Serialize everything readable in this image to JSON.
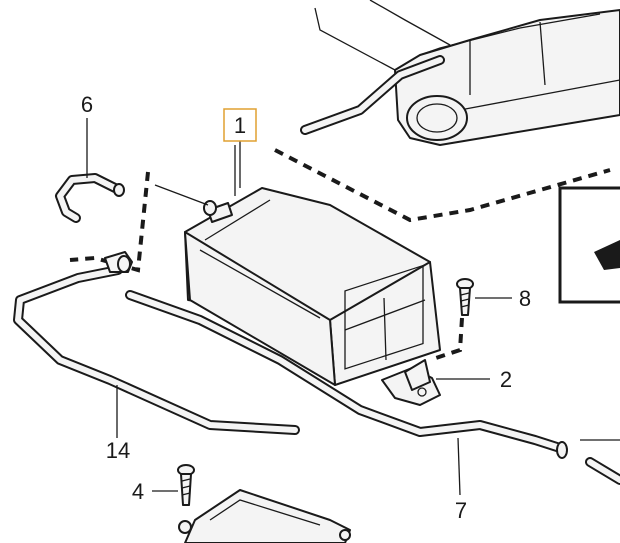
{
  "callouts": {
    "c1": "1",
    "c2": "2",
    "c4": "4",
    "c6": "6",
    "c7": "7",
    "c8": "8",
    "c14": "14"
  },
  "colors": {
    "highlight_box": "#e0a030",
    "line": "#1a1a1a",
    "part_fill": "#f4f4f4"
  }
}
